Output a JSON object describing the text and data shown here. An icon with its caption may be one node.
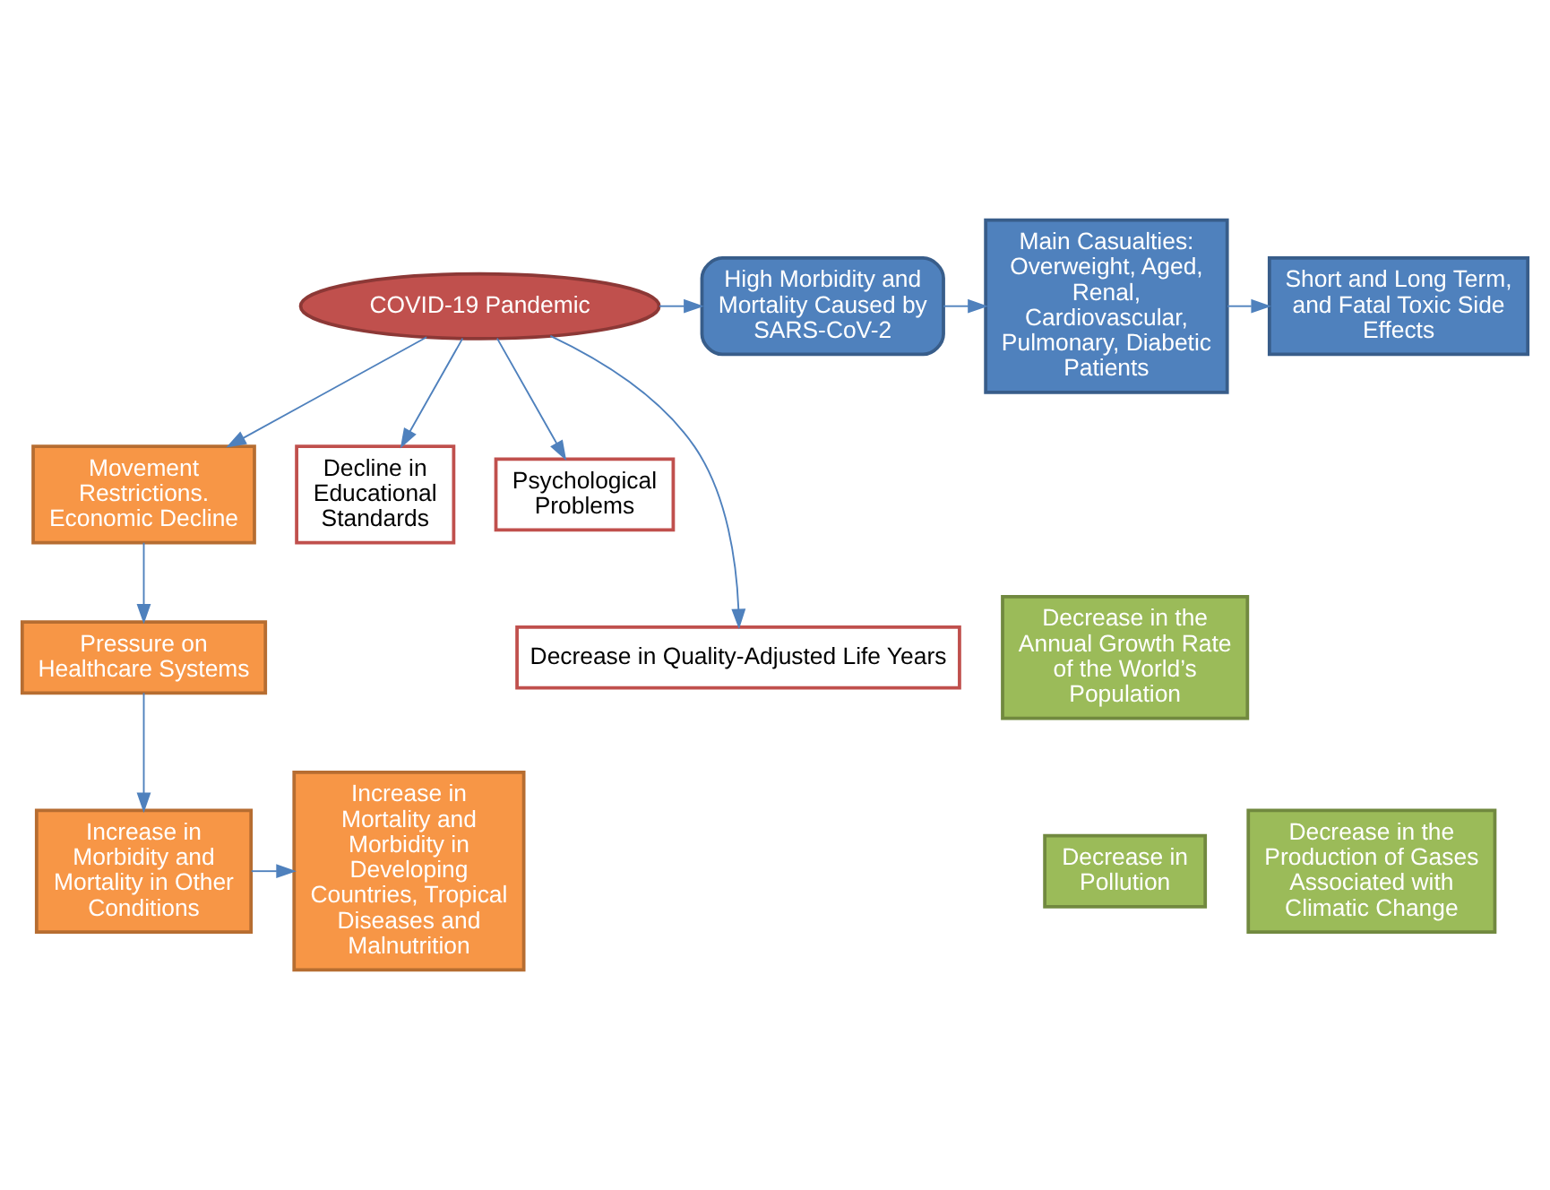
{
  "diagram": {
    "nodes": [
      {
        "text": [
          "COVID-19 Pandemic"
        ]
      },
      {
        "text": [
          "High Morbidity and Mortality Caused by SARS-CoV-2"
        ]
      },
      {
        "text": [
          "Main Casualties: Overweight, Aged, Renal, Cardiovascular, Pulmonary, Diabetic Patients"
        ]
      },
      {
        "text": [
          "Short and Long Term, and Fatal Toxic Side Effects"
        ]
      },
      {
        "text": [
          "Movement Restrictions. Economic Decline"
        ]
      },
      {
        "text": [
          "Decline in Educational Standards"
        ]
      },
      {
        "text": [
          "Psychological Problems"
        ]
      },
      {
        "text": [
          "Decrease in Quality-Adjusted Life Years"
        ]
      },
      {
        "text": [
          "Pressure on Healthcare Systems"
        ]
      },
      {
        "text": [
          "Decrease in the Annual Growth Rate of the World’s Population"
        ]
      },
      {
        "text": [
          "Decrease in Pollution"
        ]
      },
      {
        "text": [
          "Increase in Morbidity and Mortality in Other Conditions"
        ]
      },
      {
        "text": [
          "Increase in Mortality and Morbidity in Developing Countries, Tropical Diseases and Malnutrition"
        ]
      },
      {
        "text": [
          "Decrease in the Production of Gases Associated with Climatic Change"
        ]
      }
    ],
    "edges": [
      {
        "from": 0,
        "to": 1,
        "arrow": "to"
      },
      {
        "from": 1,
        "to": 2,
        "arrow": "to"
      },
      {
        "from": 2,
        "to": 3,
        "arrow": "to"
      },
      {
        "from": 0,
        "to": 4,
        "arrow": "to"
      },
      {
        "from": 0,
        "to": 5,
        "arrow": "to"
      },
      {
        "from": 0,
        "to": 6,
        "arrow": "to"
      },
      {
        "from": 0,
        "to": 7,
        "arrow": "to"
      },
      {
        "from": 4,
        "to": 8,
        "arrow": "to"
      },
      {
        "from": 8,
        "to": 11,
        "arrow": "to"
      },
      {
        "from": 11,
        "to": 12,
        "arrow": "to"
      }
    ]
  }
}
